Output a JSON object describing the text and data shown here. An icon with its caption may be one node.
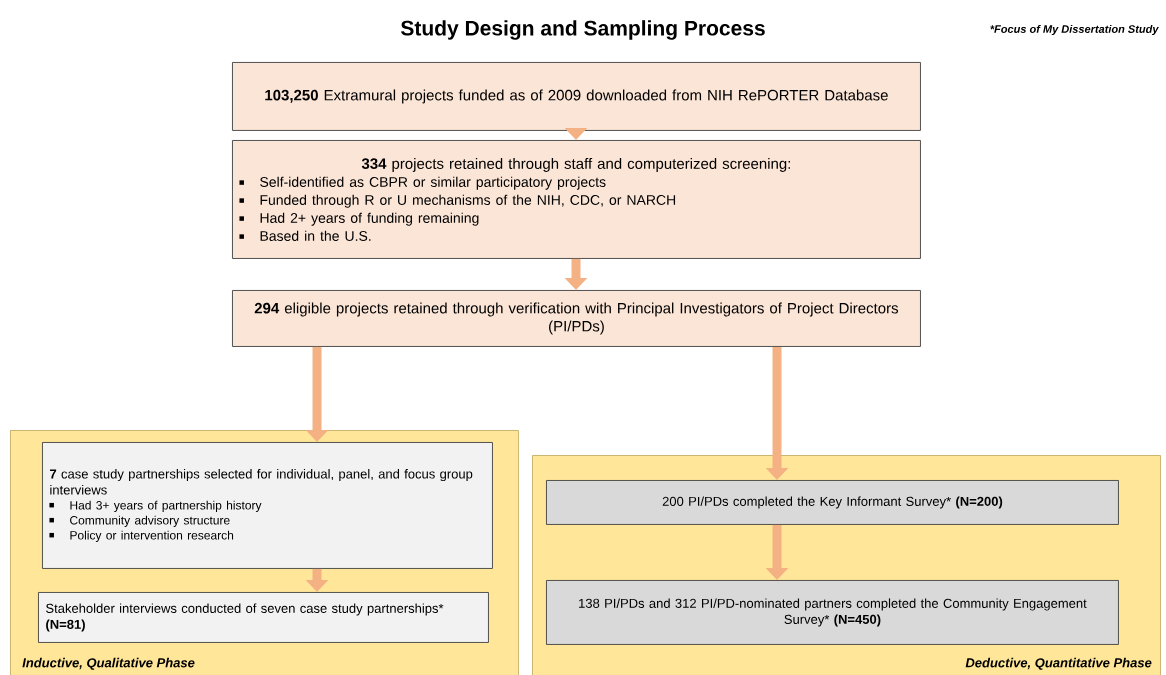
{
  "diagram": {
    "title": "Study Design and Sampling Process",
    "nodes": [
      {
        "text": [
          "**103,250** Extramural projects funded as of 2009 downloaded from NIH RePORTER Database"
        ]
      },
      {
        "text": [
          "**334** projects retained through staff and computerized screening:",
          "Self-identified as CBPR or similar participatory projects",
          "Funded through R or U mechanisms of the NIH, CDC, or NARCH",
          "Had 2+ years of funding remaining",
          "Based in the U.S."
        ]
      },
      {
        "text": [
          "**294** eligible projects retained through verification with Principal Investigators of Project Directors (PI/PDs)"
        ]
      },
      {
        "text": [
          "Inductive, Qualitative Phase"
        ]
      },
      {
        "text": [
          "**7** case study partnerships selected for individual, panel, and focus group interviews",
          "Had 3+ years of partnership history",
          "Community advisory structure",
          "Policy or intervention research"
        ],
        "in": 3
      },
      {
        "text": [
          "Stakeholder interviews conducted of seven case study partnerships* **(N=81)**"
        ],
        "in": 3
      },
      {
        "text": [
          "Deductive, Quantitative Phase"
        ]
      },
      {
        "text": [
          "200 PI/PDs completed the Key Informant Survey* **(N=200)**"
        ],
        "in": 6
      },
      {
        "text": [
          "138 PI/PDs and 312 PI/PD-nominated partners completed the Community Engagement Survey* **(N=450)**"
        ],
        "in": 6
      }
    ],
    "edges": [
      {
        "from": 0,
        "to": 1,
        "arrow": "to"
      },
      {
        "from": 1,
        "to": 2,
        "arrow": "to"
      },
      {
        "from": 2,
        "to": 4,
        "arrow": "to"
      },
      {
        "from": 2,
        "to": 7,
        "arrow": "to"
      },
      {
        "from": 4,
        "to": 5,
        "arrow": "to"
      },
      {
        "from": 7,
        "to": 8,
        "arrow": "to"
      }
    ],
    "labels": [
      "*Focus of My Dissertation Study"
    ]
  }
}
